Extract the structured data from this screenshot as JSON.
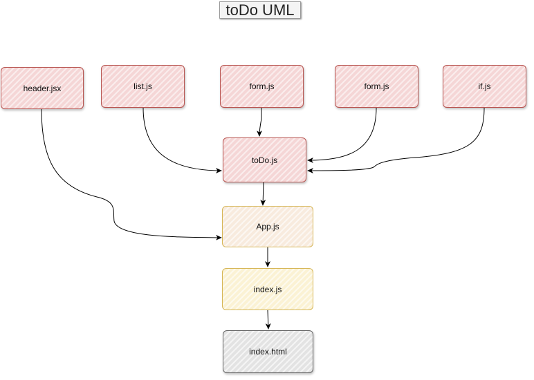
{
  "title": "toDo UML",
  "nodes": {
    "header": "header.jsx",
    "list": "list.js",
    "form1": "form.js",
    "form2": "form.js",
    "if": "if.js",
    "todo": "toDo.js",
    "app": "App.js",
    "index_js": "index.js",
    "index_html": "index.html"
  },
  "edges": [
    {
      "from": "header.jsx",
      "to": "App.js"
    },
    {
      "from": "list.js",
      "to": "toDo.js"
    },
    {
      "from": "form.js",
      "to": "toDo.js"
    },
    {
      "from": "form.js",
      "to": "toDo.js"
    },
    {
      "from": "if.js",
      "to": "toDo.js"
    },
    {
      "from": "toDo.js",
      "to": "App.js"
    },
    {
      "from": "App.js",
      "to": "index.js"
    },
    {
      "from": "index.js",
      "to": "index.html"
    }
  ],
  "colors": {
    "component_fill": "#f5d6d6",
    "component_stroke": "#b85450",
    "app_fill": "#f8ebde",
    "app_stroke": "#d6b656",
    "html_fill": "#e3e3e3",
    "html_stroke": "#666666"
  }
}
